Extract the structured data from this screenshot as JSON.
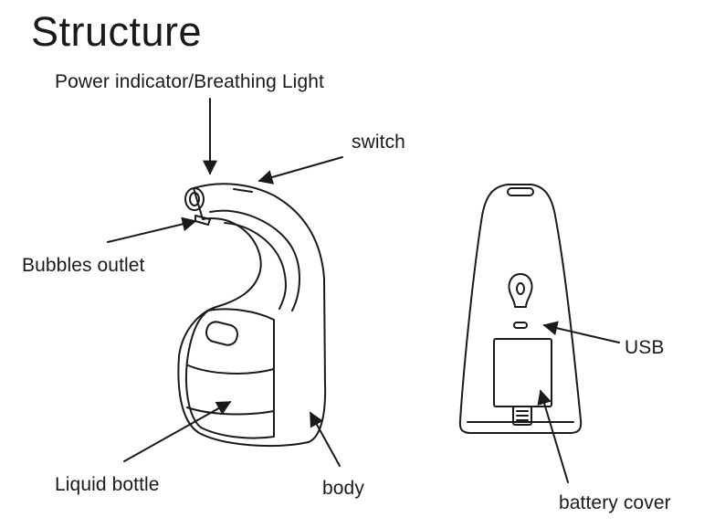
{
  "title": "Structure",
  "labels": {
    "power_indicator": "Power indicator/Breathing Light",
    "switch": "switch",
    "bubbles_outlet": "Bubbles outlet",
    "liquid_bottle": "Liquid bottle",
    "body": "body",
    "usb": "USB",
    "battery_cover": "battery cover"
  },
  "colors": {
    "line": "#1a1a1a",
    "background": "#ffffff"
  }
}
